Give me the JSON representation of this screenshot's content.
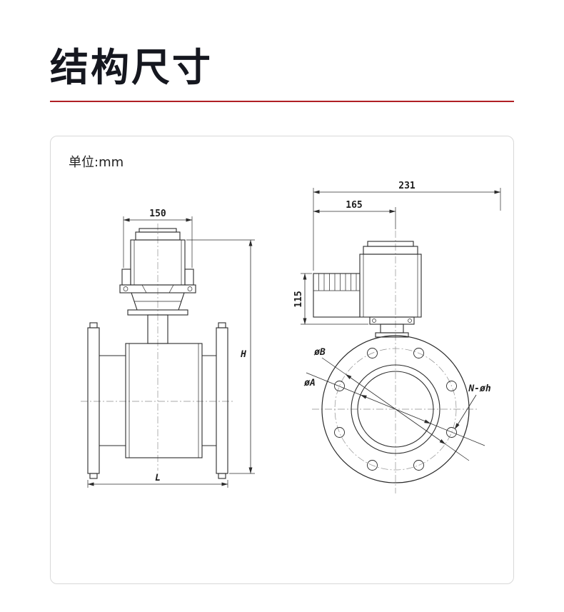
{
  "page": {
    "title": "结构尺寸"
  },
  "panel": {
    "unit_label": "单位:mm"
  },
  "colors": {
    "accent": "#b01f24",
    "drawing_line": "#2b2b2b"
  },
  "side_view": {
    "dims": {
      "top_width": "150",
      "height": "H",
      "length": "L"
    }
  },
  "front_view": {
    "dims": {
      "overall_width": "231",
      "offset_width": "165",
      "height": "115",
      "outer_dia": "øB",
      "inner_dia": "øA",
      "bolt_holes": "N-øh"
    }
  }
}
